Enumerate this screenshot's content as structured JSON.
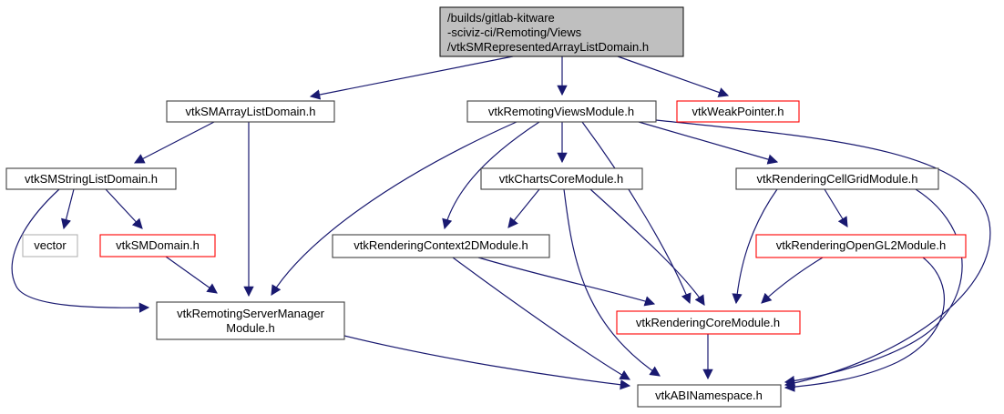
{
  "theme": {
    "edge_color": "#191970",
    "root_fill": "#bfbfbf",
    "node_fill": "#ffffff",
    "border_normal": "#404040",
    "border_truncated": "#ff0000",
    "border_system": "#b3b3b3",
    "text_color": "#000000",
    "background": "#ffffff"
  },
  "nodes": {
    "root": {
      "lines": {
        "l1": "/builds/gitlab-kitware",
        "l2": "-sciviz-ci/Remoting/Views",
        "l3": "/vtkSMRepresentedArrayListDomain.h"
      },
      "border": "#1a1a1a",
      "fill": "#bfbfbf"
    },
    "arraylist": {
      "label": "vtkSMArrayListDomain.h",
      "border": "#404040"
    },
    "views": {
      "label": "vtkRemotingViewsModule.h",
      "border": "#404040"
    },
    "weakptr": {
      "label": "vtkWeakPointer.h",
      "border": "#ff0000"
    },
    "stringlist": {
      "label": "vtkSMStringListDomain.h",
      "border": "#404040"
    },
    "chartscore": {
      "label": "vtkChartsCoreModule.h",
      "border": "#404040"
    },
    "cellgrid": {
      "label": "vtkRenderingCellGridModule.h",
      "border": "#404040"
    },
    "vector": {
      "label": "vector",
      "border": "#b3b3b3"
    },
    "smdomain": {
      "label": "vtkSMDomain.h",
      "border": "#ff0000"
    },
    "context2d": {
      "label": "vtkRenderingContext2DModule.h",
      "border": "#404040"
    },
    "opengl2": {
      "label": "vtkRenderingOpenGL2Module.h",
      "border": "#ff0000"
    },
    "servermanager": {
      "lines": {
        "l1": "vtkRemotingServerManager",
        "l2": "Module.h"
      },
      "border": "#404040"
    },
    "renderingcore": {
      "label": "vtkRenderingCoreModule.h",
      "border": "#ff0000"
    },
    "abi": {
      "label": "vtkABINamespace.h",
      "border": "#404040"
    }
  },
  "edges": [
    {
      "from": "root",
      "to": "arraylist"
    },
    {
      "from": "root",
      "to": "views"
    },
    {
      "from": "root",
      "to": "weakptr"
    },
    {
      "from": "arraylist",
      "to": "stringlist"
    },
    {
      "from": "arraylist",
      "to": "servermanager"
    },
    {
      "from": "stringlist",
      "to": "vector"
    },
    {
      "from": "stringlist",
      "to": "smdomain"
    },
    {
      "from": "stringlist",
      "to": "servermanager"
    },
    {
      "from": "smdomain",
      "to": "servermanager"
    },
    {
      "from": "views",
      "to": "servermanager"
    },
    {
      "from": "views",
      "to": "chartscore"
    },
    {
      "from": "views",
      "to": "context2d"
    },
    {
      "from": "views",
      "to": "cellgrid"
    },
    {
      "from": "views",
      "to": "renderingcore"
    },
    {
      "from": "views",
      "to": "abi"
    },
    {
      "from": "chartscore",
      "to": "context2d"
    },
    {
      "from": "chartscore",
      "to": "renderingcore"
    },
    {
      "from": "chartscore",
      "to": "abi"
    },
    {
      "from": "cellgrid",
      "to": "opengl2"
    },
    {
      "from": "cellgrid",
      "to": "renderingcore"
    },
    {
      "from": "cellgrid",
      "to": "abi"
    },
    {
      "from": "context2d",
      "to": "renderingcore"
    },
    {
      "from": "context2d",
      "to": "abi"
    },
    {
      "from": "opengl2",
      "to": "renderingcore"
    },
    {
      "from": "opengl2",
      "to": "abi"
    },
    {
      "from": "renderingcore",
      "to": "abi"
    },
    {
      "from": "servermanager",
      "to": "abi"
    }
  ]
}
